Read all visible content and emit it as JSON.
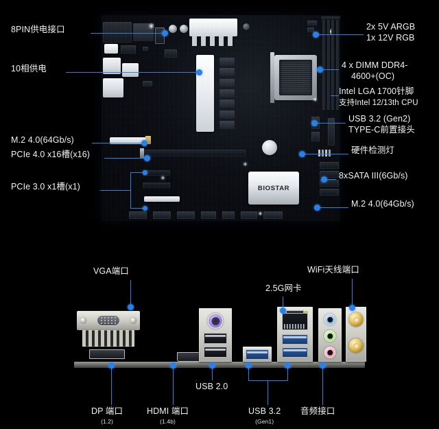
{
  "colors": {
    "background": "#000000",
    "leader_line": "#2f7fe0",
    "callout_dot": "#2a80e8",
    "label_text": "#f2f2f2"
  },
  "board_brand": "BIOSTAR",
  "motherboard_callouts": {
    "left": [
      {
        "id": "power-8pin",
        "text": "8PIN供电接口"
      },
      {
        "id": "vrm-phases",
        "text": "10相供电"
      },
      {
        "id": "m2-top",
        "text": "M.2 4.0(64Gb/s)"
      },
      {
        "id": "pcie-x16",
        "text": "PCIe 4.0 x16槽(x16)"
      },
      {
        "id": "pcie-x1",
        "text": "PCIe 3.0 x1槽(x1)"
      }
    ],
    "right": [
      {
        "id": "argb-rgb-headers",
        "line1": "2x 5V ARGB",
        "line2": "1x 12V RGB"
      },
      {
        "id": "dimm-ddr4",
        "line1": "4 x DIMM DDR4-",
        "line2": "4600+(OC)"
      },
      {
        "id": "cpu-socket",
        "line1": "Intel LGA 1700针脚",
        "line2": "支持Intel 12/13th CPU"
      },
      {
        "id": "usb32-gen2-typec",
        "line1": "USB 3.2 (Gen2)",
        "line2": "TYPE-C前置接头"
      },
      {
        "id": "debug-led",
        "line1": "硬件检测灯",
        "line2": ""
      },
      {
        "id": "sata-ports",
        "line1": "8xSATA III(6Gb/s)",
        "line2": ""
      },
      {
        "id": "m2-bottom",
        "line1": "M.2 4.0(64Gb/s)",
        "line2": ""
      }
    ]
  },
  "io_panel_callouts": {
    "above": [
      {
        "id": "vga-port",
        "text": "VGA端口",
        "sub": ""
      },
      {
        "id": "lan-25g",
        "text": "2.5G网卡",
        "sub": ""
      },
      {
        "id": "wifi-antenna",
        "text": "WiFi天线端口",
        "sub": ""
      }
    ],
    "below": [
      {
        "id": "dp-port",
        "text": "DP 端口",
        "sub": "(1.2)"
      },
      {
        "id": "hdmi-port",
        "text": "HDMI 端口",
        "sub": "(1.4b)"
      },
      {
        "id": "usb20",
        "text": "USB 2.0",
        "sub": ""
      },
      {
        "id": "usb32-gen1",
        "text": "USB 3.2",
        "sub": "(Gen1)"
      },
      {
        "id": "audio-jacks",
        "text": "音频接口",
        "sub": ""
      }
    ]
  }
}
